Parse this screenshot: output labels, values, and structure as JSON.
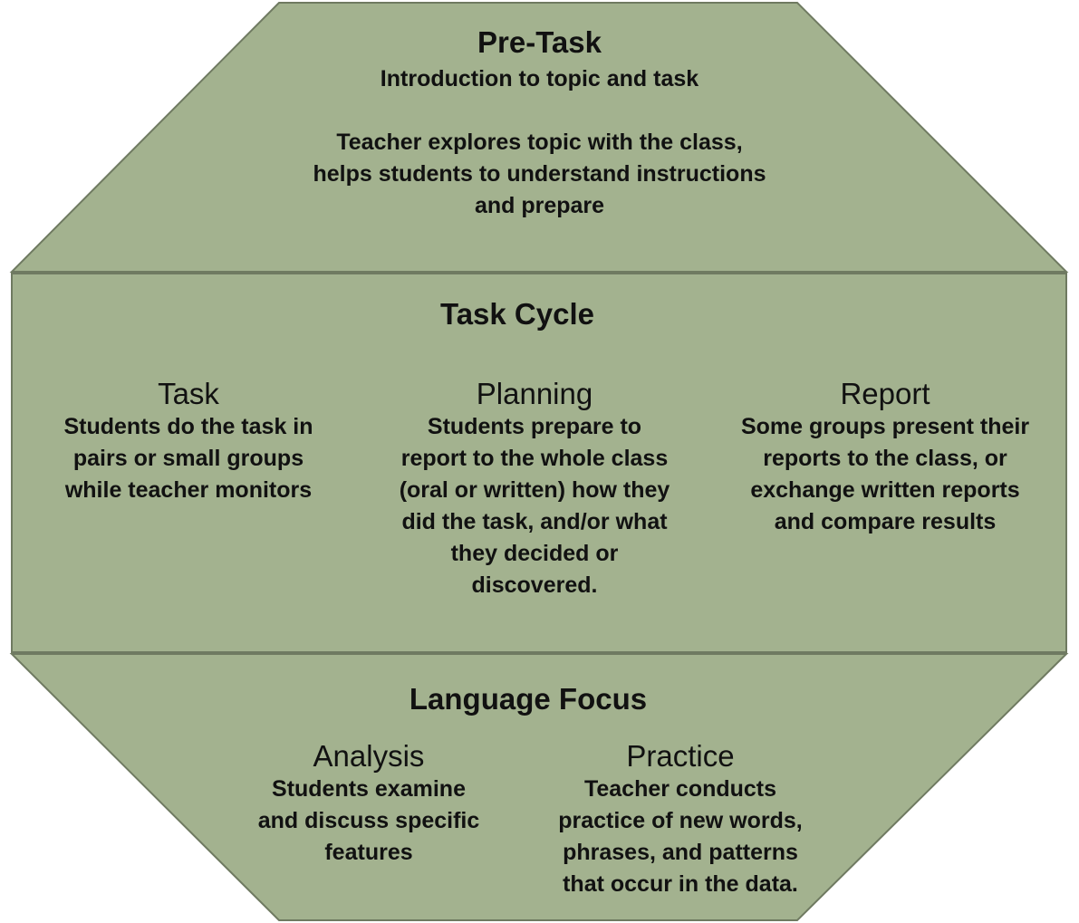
{
  "colors": {
    "fill": "#a3b28f",
    "stroke": "#6f7a61"
  },
  "pre_task": {
    "title": "Pre-Task",
    "subtitle": "Introduction to topic and task",
    "body": [
      "Teacher explores topic with the class,",
      "helps students to understand instructions",
      "and prepare"
    ]
  },
  "task_cycle": {
    "title": "Task Cycle",
    "task": {
      "heading": "Task",
      "body": [
        "Students do the task in",
        "pairs or small groups",
        "while teacher monitors"
      ]
    },
    "planning": {
      "heading": "Planning",
      "body": [
        "Students prepare to",
        "report to the whole class",
        "(oral or written) how they",
        "did the task, and/or what",
        "they decided or",
        "discovered."
      ]
    },
    "report": {
      "heading": "Report",
      "body": [
        "Some groups present their",
        "reports to the class, or",
        "exchange written reports",
        "and compare results"
      ]
    }
  },
  "language_focus": {
    "title": "Language Focus",
    "analysis": {
      "heading": "Analysis",
      "body": [
        "Students examine",
        "and discuss specific",
        "features"
      ]
    },
    "practice": {
      "heading": "Practice",
      "body": [
        "Teacher conducts",
        "practice of new words,",
        "phrases, and patterns",
        "that occur in the data."
      ]
    }
  }
}
